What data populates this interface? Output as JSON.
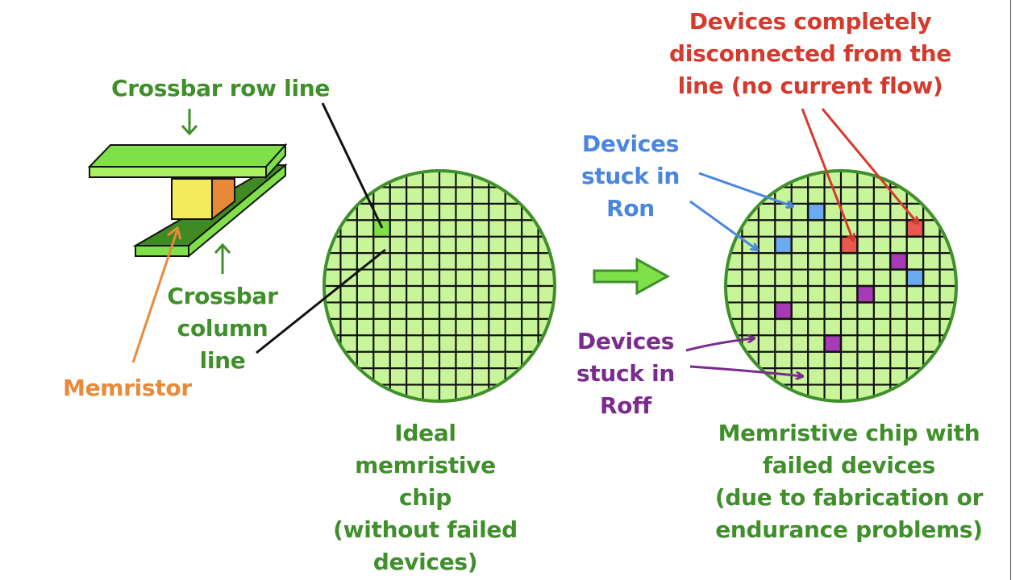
{
  "labels": {
    "row_line": "Crossbar row line",
    "column_line": [
      "Crossbar",
      "column",
      "line"
    ],
    "memristor": "Memristor",
    "ideal_chip": [
      "Ideal",
      "memristive",
      "chip",
      "(without failed",
      "devices)"
    ],
    "failed_chip": [
      "Memristive chip with",
      "failed devices",
      "(due to fabrication or",
      "endurance problems)"
    ],
    "disconnected": [
      "Devices completely",
      "disconnected from the",
      "line (no current flow)"
    ],
    "stuck_ron": [
      "Devices",
      "stuck in",
      "Ron"
    ],
    "stuck_roff": [
      "Devices",
      "stuck in",
      "Roff"
    ]
  },
  "colors": {
    "label_green": "#3f8f2a",
    "disconnected_red": "#e8584c",
    "ron_blue": "#6aaaf0",
    "roff_purple": "#a63bb5",
    "memristor_yellow": "#f2ec5c",
    "memristor_orange": "#e8893a",
    "chip_fill": "#c8f59a",
    "chip_border": "#3f8f2a",
    "bar_light": "#7fe04a",
    "bar_dark": "#3f8a22"
  },
  "ideal_chip": {
    "grid_cells": 14,
    "highlighted_cell": {
      "col": 3,
      "row": 3
    }
  },
  "failed_chip": {
    "grid_cells": 14,
    "failed_devices": [
      {
        "type": "ron",
        "col": 4,
        "row": 1
      },
      {
        "type": "ron",
        "col": 2,
        "row": 3
      },
      {
        "type": "ron",
        "col": 10,
        "row": 5
      },
      {
        "type": "disconnected",
        "col": 6,
        "row": 3
      },
      {
        "type": "disconnected",
        "col": 10,
        "row": 2
      },
      {
        "type": "roff",
        "col": 9,
        "row": 4
      },
      {
        "type": "roff",
        "col": 7,
        "row": 6
      },
      {
        "type": "roff",
        "col": 2,
        "row": 7
      },
      {
        "type": "roff",
        "col": 5,
        "row": 9
      }
    ]
  }
}
